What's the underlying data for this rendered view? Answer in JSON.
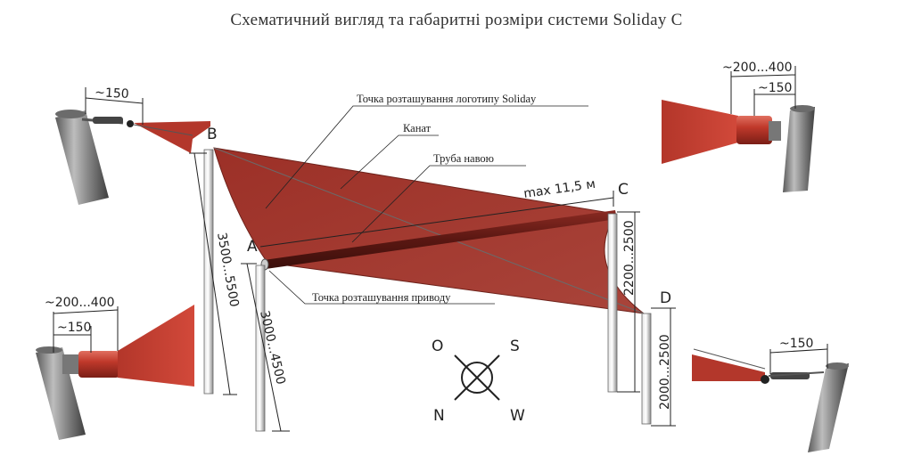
{
  "title": "Схематичний вигляд та габаритні розміри системи Soliday C",
  "callouts": {
    "logo": "Точка розташування логотипу Soliday",
    "rope": "Канат",
    "tube": "Труба навою",
    "drive": "Точка розташування приводу"
  },
  "points": {
    "a": "A",
    "b": "B",
    "c": "C",
    "d": "D"
  },
  "dimensions": {
    "max_length": "max 11,5 м",
    "post_b": "3500...5500",
    "post_a": "3000...4500",
    "post_c": "2200...2500",
    "post_d": "2000...2500",
    "detail_tl": "~150",
    "detail_tr_outer": "~200...400",
    "detail_tr_inner": "~150",
    "detail_bl_outer": "~200...400",
    "detail_bl_inner": "~150",
    "detail_br": "~150"
  },
  "compass": {
    "o": "O",
    "s": "S",
    "n": "N",
    "w": "W"
  },
  "colors": {
    "sail": "#a83a30",
    "sail_dark": "#7e2820",
    "post": "#9a9a9a",
    "line": "#222222"
  }
}
